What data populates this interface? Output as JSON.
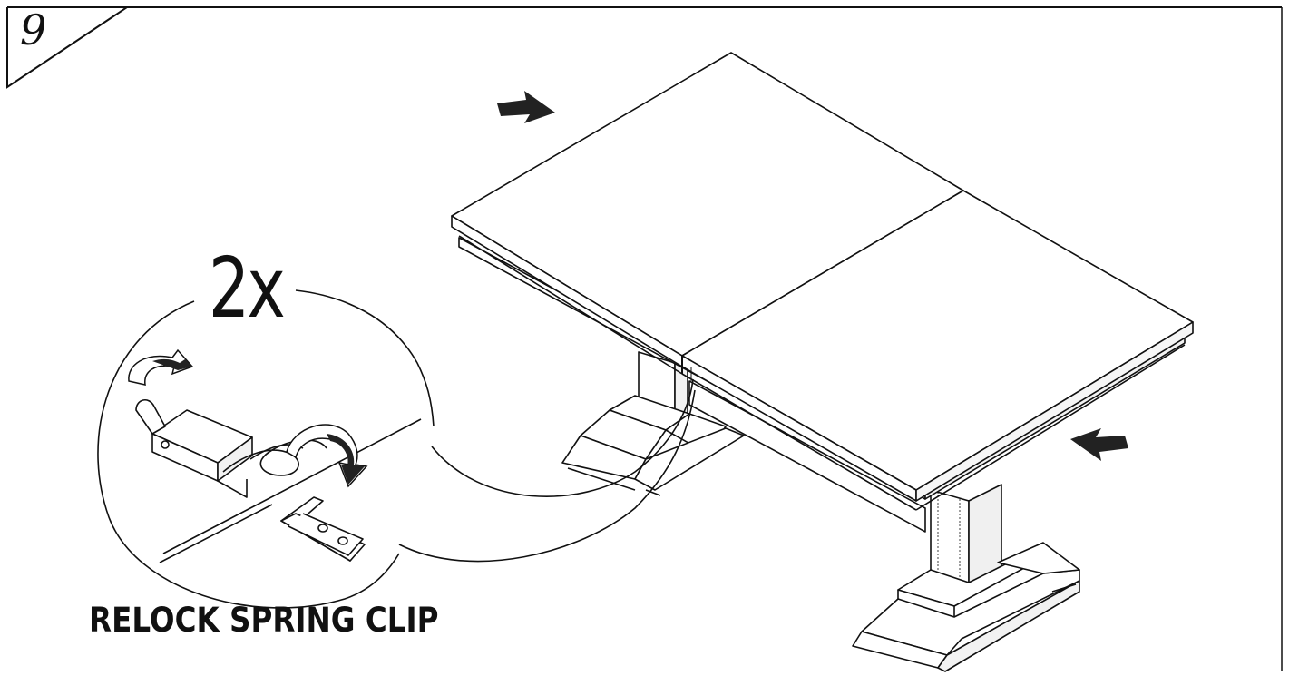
{
  "step": {
    "number": "9"
  },
  "detail": {
    "multiplier": "2x",
    "caption": "RELOCK SPRING CLIP"
  },
  "colors": {
    "ink": "#111111",
    "paper": "#ffffff",
    "arrow_fill": "#222222"
  },
  "icons": {
    "push_arrows": "arrow-icon",
    "rotate_arrows": "curved-arrow-icon"
  }
}
